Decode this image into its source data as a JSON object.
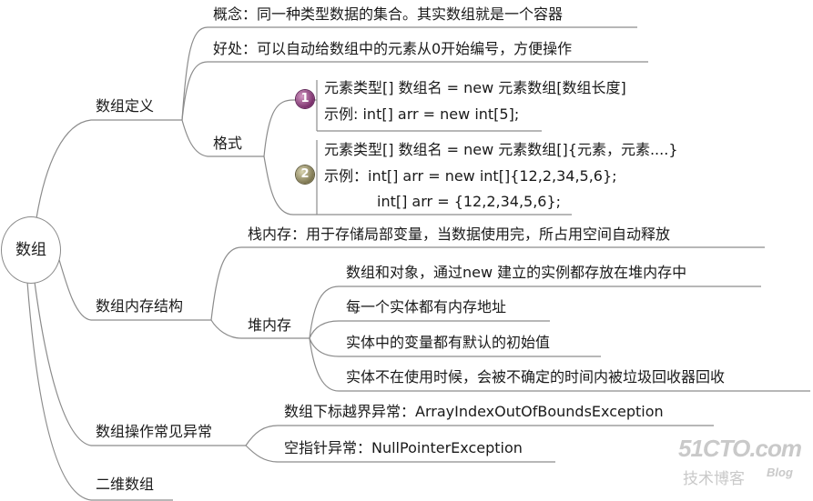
{
  "root": "数组",
  "definition": {
    "label": "数组定义",
    "concept": "概念：同一种类型数据的集合。其实数组就是一个容器",
    "benefit": "好处：可以自动给数组中的元素从0开始编号，方便操作",
    "format": {
      "label": "格式",
      "item1": {
        "badge": "1",
        "line1": "元素类型[] 数组名 = new 元素数组[数组长度]",
        "line2": "示例: int[] arr = new int[5];"
      },
      "item2": {
        "badge": "2",
        "line1": "元素类型[] 数组名 = new 元素数组[]{元素，元素....}",
        "line2": "示例：int[] arr = new int[]{12,2,34,5,6};",
        "line3": "int[] arr = {12,2,34,5,6};"
      }
    }
  },
  "memory": {
    "label": "数组内存结构",
    "stack": "栈内存：用于存储局部变量，当数据使用完，所占用空间自动释放",
    "heap": {
      "label": "堆内存",
      "items": [
        "数组和对象，通过new 建立的实例都存放在堆内存中",
        "每一个实体都有内存地址",
        "实体中的变量都有默认的初始值",
        "实体不在使用时候，会被不确定的时间内被垃圾回收器回收"
      ]
    }
  },
  "exceptions": {
    "label": "数组操作常见异常",
    "items": [
      "数组下标越界异常：ArrayIndexOutOfBoundsException",
      "空指针异常：NullPointerException"
    ]
  },
  "two_dim": "二维数组",
  "watermark": {
    "site": "51CTO.com",
    "sub": "技术博客",
    "blog": "Blog"
  },
  "colors": {
    "line": "#8c8c8c",
    "badge1": "#7a2f6b",
    "badge2": "#7d7650",
    "watermark": "#c9c9c9"
  }
}
